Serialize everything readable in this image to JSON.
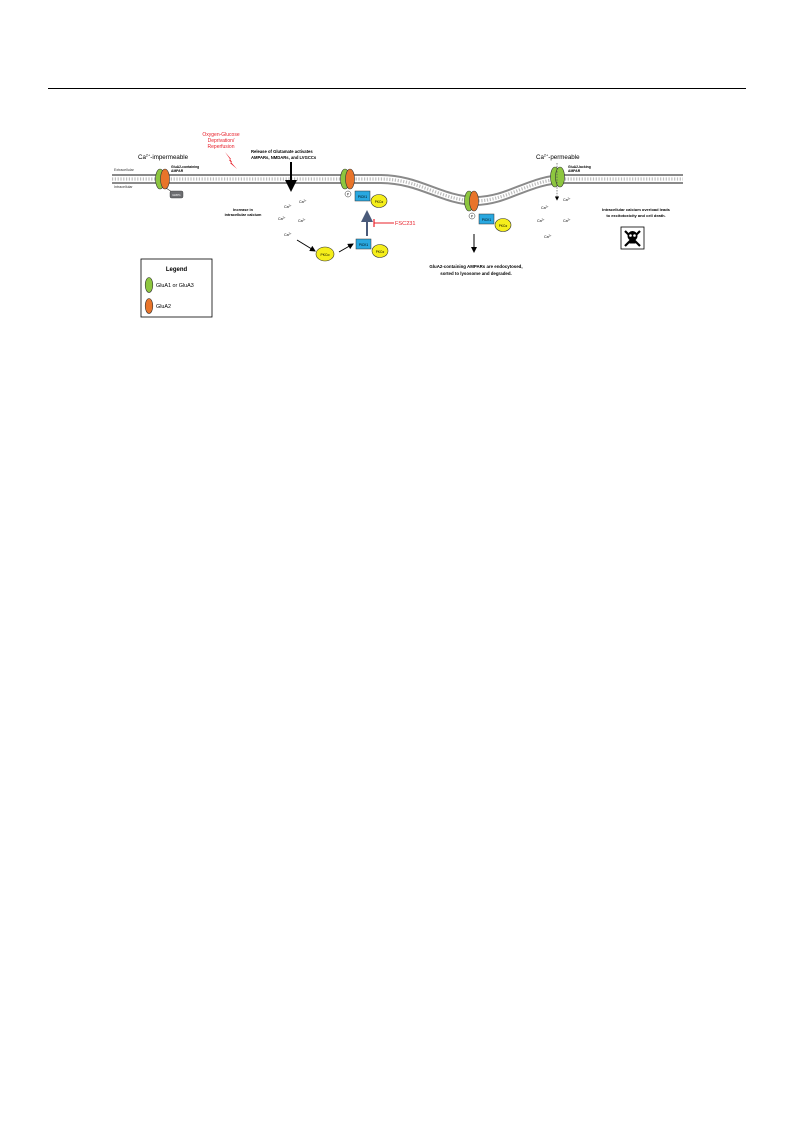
{
  "labels": {
    "ca_impermeable_prefix": "Ca",
    "ca_impermeable_suffix": "-impermeable",
    "ca_permeable_prefix": "Ca",
    "ca_permeable_suffix": "-permeable",
    "charge": "2+",
    "extracellular": "Extracellular",
    "intracellular": "Intracellular",
    "glua2_containing_line1": "GluA2-containing",
    "glua2_containing_line2": "AMPAR",
    "glua2_lacking_line1": "GluA2-lacking",
    "glua2_lacking_line2": "AMPAR",
    "grip": "GRIP1",
    "ogd_line1": "Oxygen-Glucose",
    "ogd_line2": "Deprivation/",
    "ogd_line3": "Reperfusion",
    "glutamate_line1": "Release of Glutamate activates",
    "glutamate_line2": "AMPARs, NMDARs, and LVGCCs",
    "calcium_increase_line1": "Increase in",
    "calcium_increase_line2": "intracellular calcium",
    "ca_ion": "Ca",
    "pick1": "PICK1",
    "pkca": "PKCα",
    "phospho": "P",
    "inhibitor": "FSC231",
    "endocytosis_line1": "GluA2-containing AMPARs are endocytosed,",
    "endocytosis_line2": "sorted to lysosome and degraded.",
    "overload_line1": "Intracellular calcium overload leads",
    "overload_line2": "to excitotoxicity and cell death."
  },
  "legend": {
    "title": "Legend",
    "items": [
      {
        "label": "GluA1 or GluA3",
        "color": "#8dc63f"
      },
      {
        "label": "GluA2",
        "color": "#e8742a"
      }
    ]
  },
  "colors": {
    "glua1": "#8dc63f",
    "glua2": "#e8742a",
    "pick1": "#29a8e0",
    "pkca": "#f5ee1b",
    "inhibitor": "#e8202a",
    "grip": "#6d6e71",
    "membrane": "#9d9d9d"
  },
  "icons": [
    "lightning-bolt-icon",
    "skull-crossbones-icon"
  ]
}
